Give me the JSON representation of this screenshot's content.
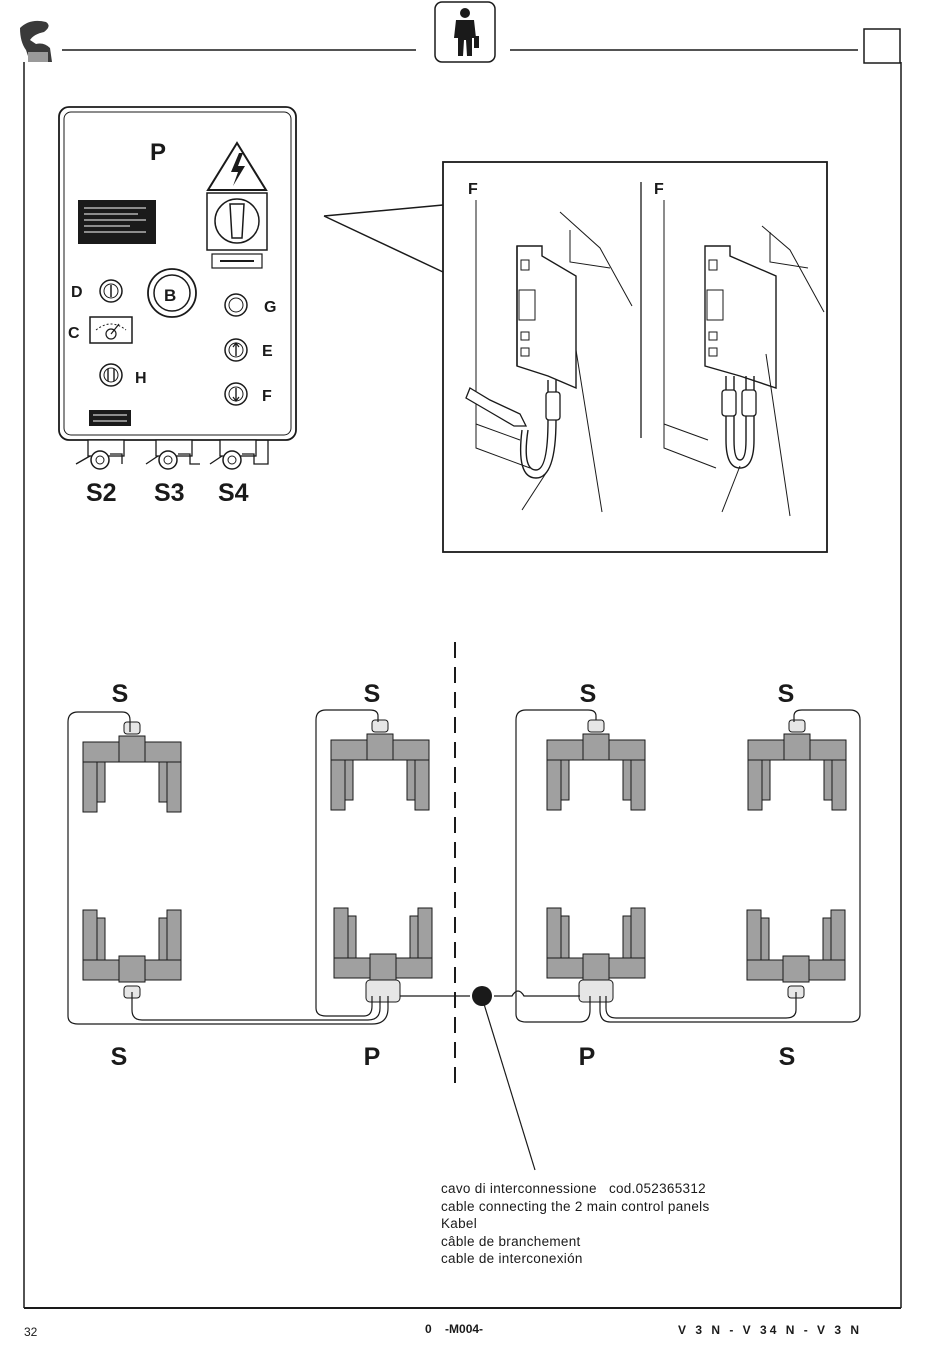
{
  "page": {
    "number": "32",
    "code_left": "0",
    "code_main": "-M004-",
    "models": "V 3 N -  V 34 N -  V 3 N"
  },
  "panel": {
    "title": "P",
    "knob_b": "B",
    "label_d": "D",
    "label_c": "C",
    "label_h": "H",
    "label_g": "G",
    "label_e": "E",
    "label_f": "F",
    "socket_s2": "S2",
    "socket_s3": "S3",
    "socket_s4": "S4"
  },
  "detail": {
    "label_left": "F",
    "label_right": "F"
  },
  "layout": {
    "top_labels": [
      "S",
      "S",
      "S",
      "S"
    ],
    "bottom_labels": [
      "S",
      "P",
      "P",
      "S"
    ]
  },
  "caption": {
    "line1": "cavo di interconnessione   cod.052365312",
    "line2": "cable connecting the 2 main control panels",
    "line3": "Kabel",
    "line4": "câble de branchement",
    "line5": "cable de interconexión"
  },
  "icons": {
    "header_left": "brand-logo-icon",
    "header_center": "operator-figure-icon",
    "header_right": "blank-box-icon",
    "panel_warning": "high-voltage-warning-icon"
  }
}
